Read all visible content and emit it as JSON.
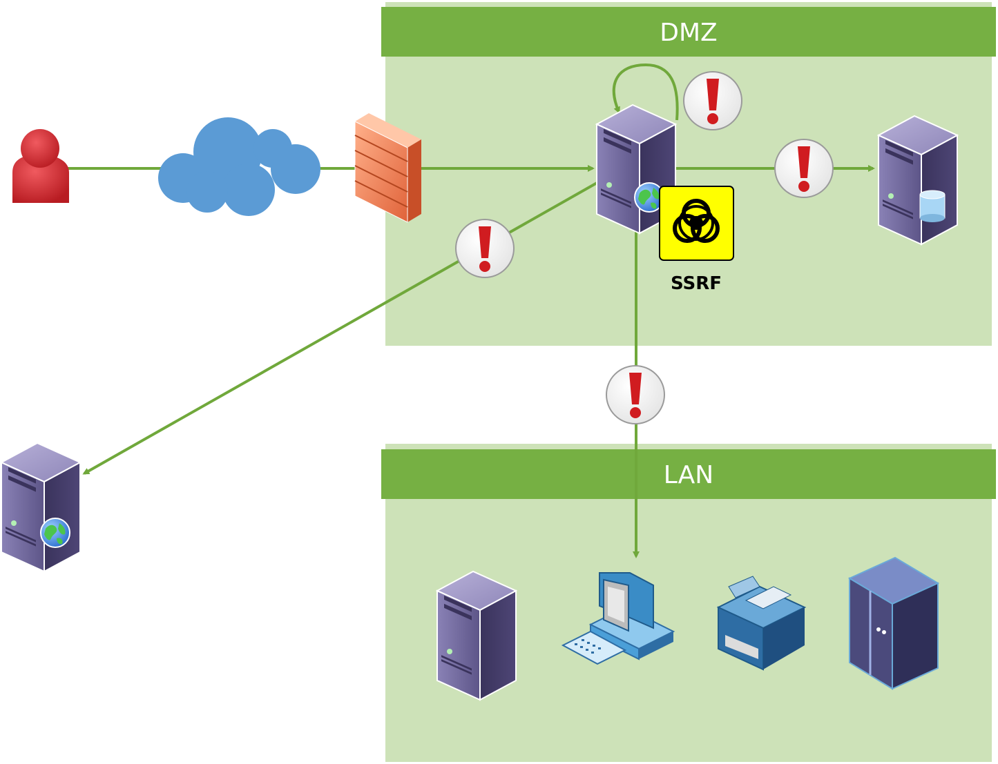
{
  "zones": {
    "dmz": {
      "title": "DMZ"
    },
    "lan": {
      "title": "LAN"
    }
  },
  "hazard": {
    "label": "SSRF",
    "icon": "biohazard-icon"
  },
  "colors": {
    "zone_fill": "#cde2b8",
    "zone_header": "#76b043",
    "link": "#70a83b",
    "user": "#d9232a",
    "cloud": "#5b9bd5",
    "firewall": "#f07c52",
    "server": "#4b4270",
    "hazard_bg": "#ffff00",
    "warning_mark": "#d01c20"
  },
  "nodes": [
    {
      "name": "attacker-user-icon",
      "kind": "user"
    },
    {
      "name": "internet-cloud-icon",
      "kind": "cloud"
    },
    {
      "name": "firewall-icon",
      "kind": "firewall"
    },
    {
      "name": "dmz-web-server-icon",
      "kind": "web-server"
    },
    {
      "name": "dmz-database-server-icon",
      "kind": "db-server"
    },
    {
      "name": "external-web-server-icon",
      "kind": "web-server"
    },
    {
      "name": "lan-server-icon",
      "kind": "server"
    },
    {
      "name": "lan-workstation-icon",
      "kind": "workstation"
    },
    {
      "name": "lan-fax-printer-icon",
      "kind": "printer"
    },
    {
      "name": "lan-mainframe-icon",
      "kind": "mainframe"
    }
  ],
  "warnings": [
    {
      "name": "warning-loopback-icon"
    },
    {
      "name": "warning-database-icon"
    },
    {
      "name": "warning-external-icon"
    },
    {
      "name": "warning-lan-icon"
    }
  ]
}
